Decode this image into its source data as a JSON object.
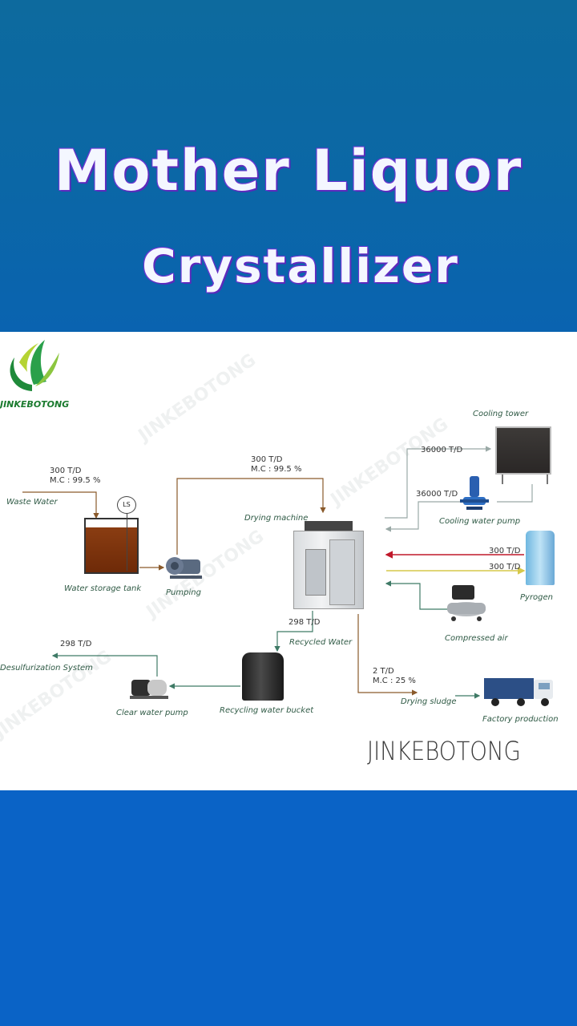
{
  "header": {
    "title_line1": "Mother Liquor",
    "title_line2": "Crystallizer"
  },
  "diagram": {
    "brand": "JINKEBOTONG",
    "watermark": "JINKEBOTONG",
    "background_watermark": "JINKEBOTONG",
    "labels": {
      "waste_water": "Waste Water",
      "water_storage_tank": "Water storage tank",
      "ls": "LS",
      "pumping": "Pumping",
      "drying_machine": "Drying machine",
      "cooling_tower": "Cooling tower",
      "cooling_water_pump": "Cooling water pump",
      "pyrogen": "Pyrogen",
      "compressed_air": "Compressed air",
      "recycled_water": "Recycled Water",
      "desulfurization_system": "Desulfurization System",
      "clear_water_pump": "Clear water pump",
      "recycling_water_bucket": "Recycling water bucket",
      "drying_sludge": "Drying sludge",
      "factory_production": "Factory production"
    },
    "flows": {
      "inlet_rate": "300 T/D",
      "inlet_mc": "M.C : 99.5 %",
      "feed_rate": "300 T/D",
      "feed_mc": "M.C : 99.5 %",
      "cooling_supply": "36000 T/D",
      "cooling_return": "36000 T/D",
      "pyrogen_out": "300 T/D",
      "pyrogen_in": "300 T/D",
      "recycled_rate": "298 T/D",
      "desulf_rate": "298 T/D",
      "sludge_rate": "2 T/D",
      "sludge_mc": "M.C : 25 %"
    }
  },
  "colors": {
    "banner_blue": "#0b67a6",
    "bottom_blue": "#0a63c6",
    "title_outline": "#6a2fd0",
    "flow_brown": "#8a5a2b",
    "flow_green": "#3f7a66",
    "flow_gray": "#9aa9a6",
    "flow_red": "#c0182a",
    "flow_yellow": "#d6c84a"
  }
}
